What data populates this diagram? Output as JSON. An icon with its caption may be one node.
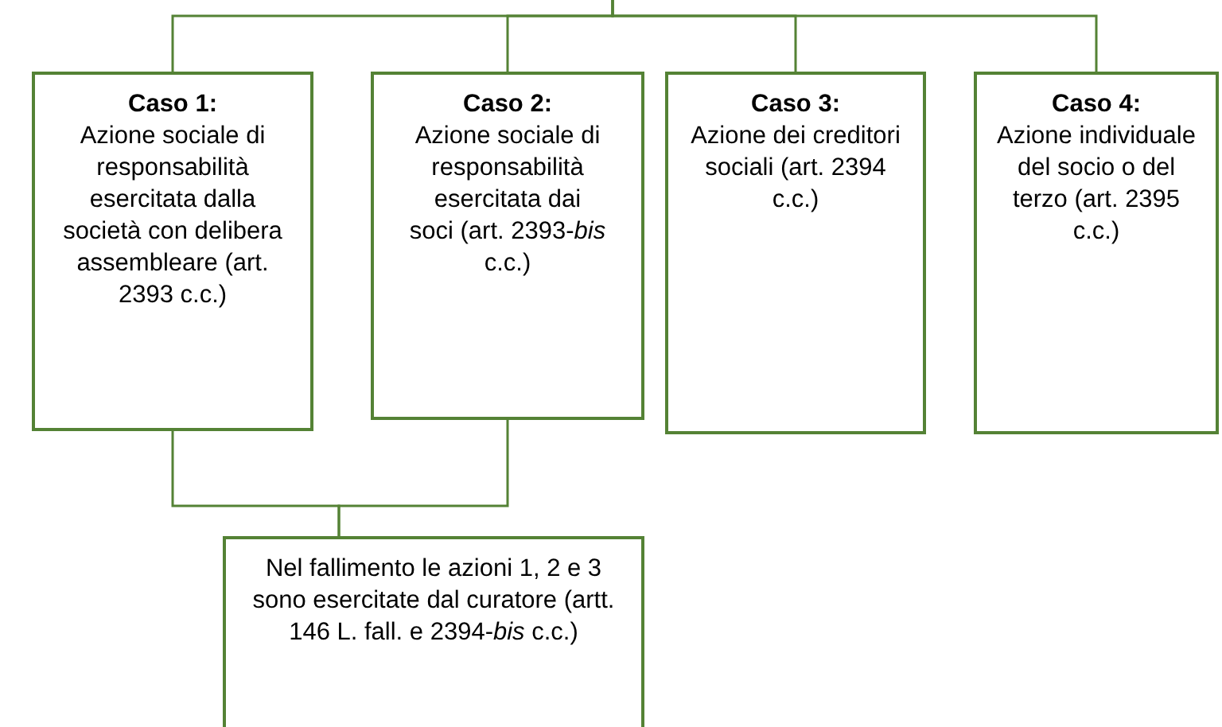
{
  "diagram": {
    "nodes": [
      {
        "text": [
          "Caso 1:",
          "Azione sociale di responsabilità esercitata dalla società con delibera assembleare (art. 2393 c.c.)"
        ]
      },
      {
        "text": [
          "Caso 2:",
          "Azione sociale di responsabilità esercitata dai soci (art. 2393-*bis* c.c.)"
        ]
      },
      {
        "text": [
          "Caso 3:",
          "Azione dei creditori sociali (art. 2394 c.c.)"
        ]
      },
      {
        "text": [
          "Caso 4:",
          "Azione individuale del socio o del terzo (art. 2395 c.c.)"
        ]
      },
      {
        "text": [
          "Nel fallimento le azioni 1, 2 e 3 sono esercitate dal curatore (artt. 146 L. fall. e 2394-*bis* c.c.)"
        ]
      }
    ],
    "edges": [
      {
        "from": null,
        "to": 0,
        "arrow": "none"
      },
      {
        "from": null,
        "to": 1,
        "arrow": "none"
      },
      {
        "from": null,
        "to": 2,
        "arrow": "none"
      },
      {
        "from": null,
        "to": 3,
        "arrow": "none"
      },
      {
        "from": 0,
        "to": 4,
        "arrow": "none"
      },
      {
        "from": 1,
        "to": 4,
        "arrow": "none"
      }
    ]
  }
}
